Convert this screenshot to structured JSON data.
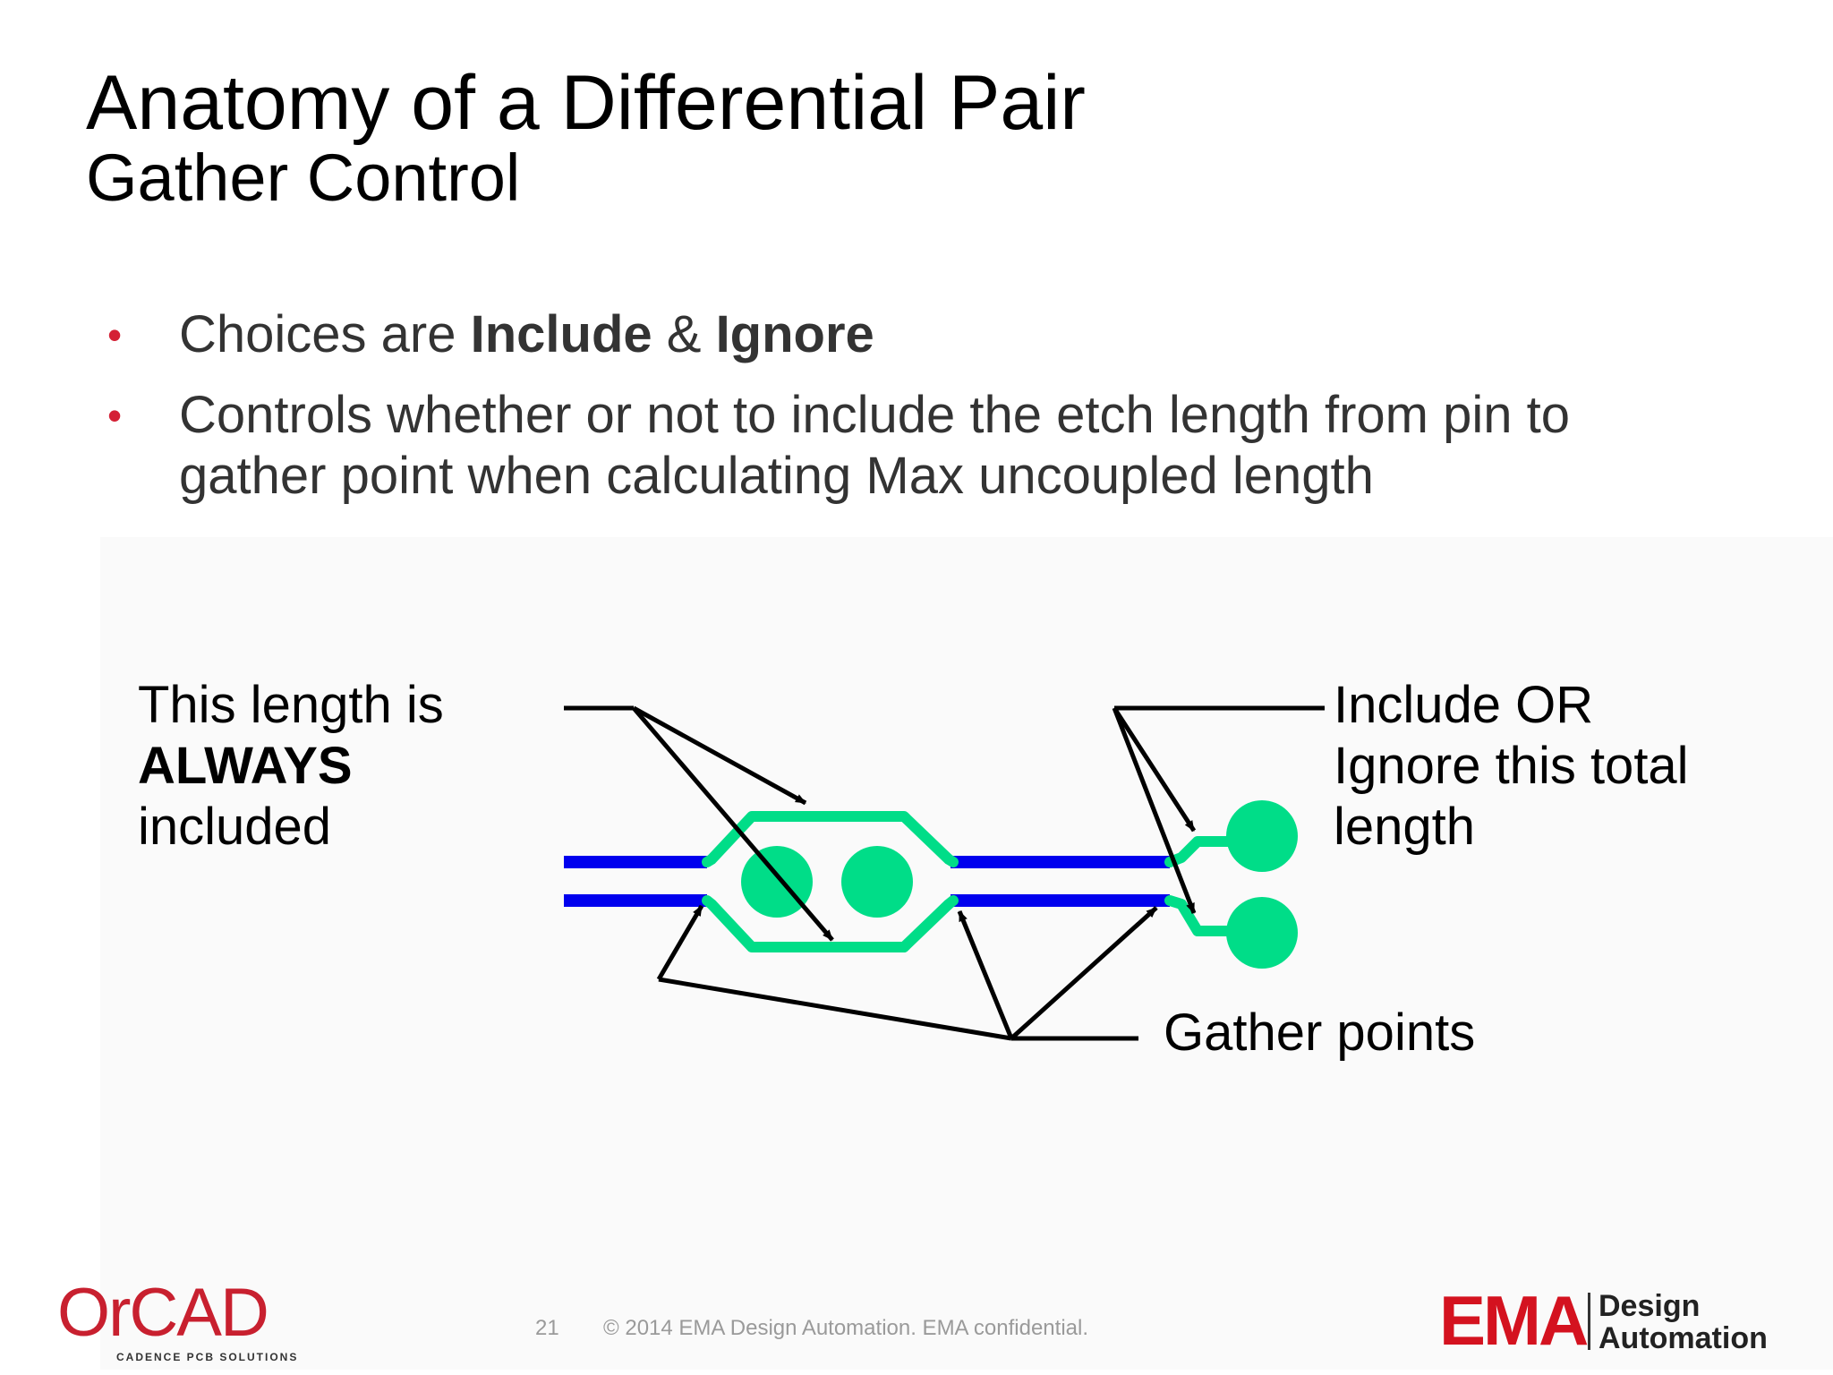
{
  "title": {
    "line1": "Anatomy of a Differential Pair",
    "line2": "Gather Control"
  },
  "bullets": [
    {
      "segments": [
        {
          "text": "Choices are ",
          "bold": false
        },
        {
          "text": "Include",
          "bold": true
        },
        {
          "text": " & ",
          "bold": false
        },
        {
          "text": "Ignore",
          "bold": true
        }
      ]
    },
    {
      "line1": "Controls whether or not to include the etch length from pin to",
      "line2": "gather point when calculating Max uncoupled length"
    }
  ],
  "diagram": {
    "left_label": {
      "line1": "This length is",
      "line2": "ALWAYS",
      "line3": "included"
    },
    "right_label": {
      "line1": "Include OR",
      "line2": "Ignore this total",
      "line3": "length"
    },
    "bottom_label": "Gather points",
    "colors": {
      "trace": "#0000ee",
      "etch": "#00dd88",
      "arrow": "#000000"
    }
  },
  "footer": {
    "page_number": "21",
    "copyright": "© 2014 EMA Design Automation. EMA confidential."
  },
  "logos": {
    "orcad": {
      "name": "OrCAD",
      "tagline": "CADENCE PCB SOLUTIONS",
      "color": "#c8202f"
    },
    "ema": {
      "name": "EMA",
      "line1": "Design",
      "line2": "Automation",
      "color": "#d4121f"
    }
  },
  "accent_color": "#d42035"
}
